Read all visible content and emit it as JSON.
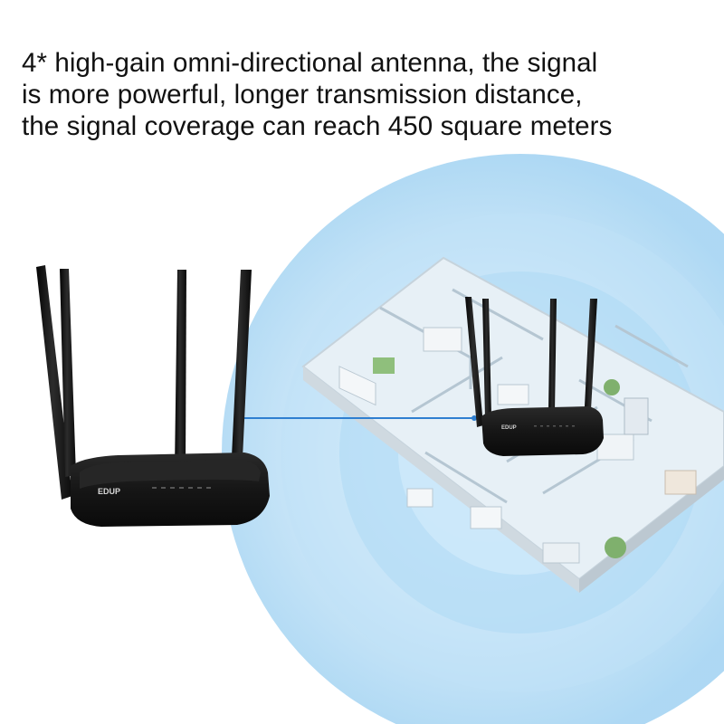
{
  "headline": {
    "lines": [
      "4* high-gain omni-directional antenna, the signal",
      "is more powerful, longer transmission distance,",
      "the signal coverage can reach 450 square meters"
    ]
  },
  "router": {
    "brand_logo": "EDUP",
    "antenna_count": 4,
    "indicator_count": 7
  },
  "colors": {
    "text": "#111111",
    "router_body": "#151515",
    "connector_line": "#2f7fd0",
    "coverage_ring": "#5fb4ea",
    "coverage_center": "#cfe9fb",
    "floor": "#e9f1f5"
  }
}
